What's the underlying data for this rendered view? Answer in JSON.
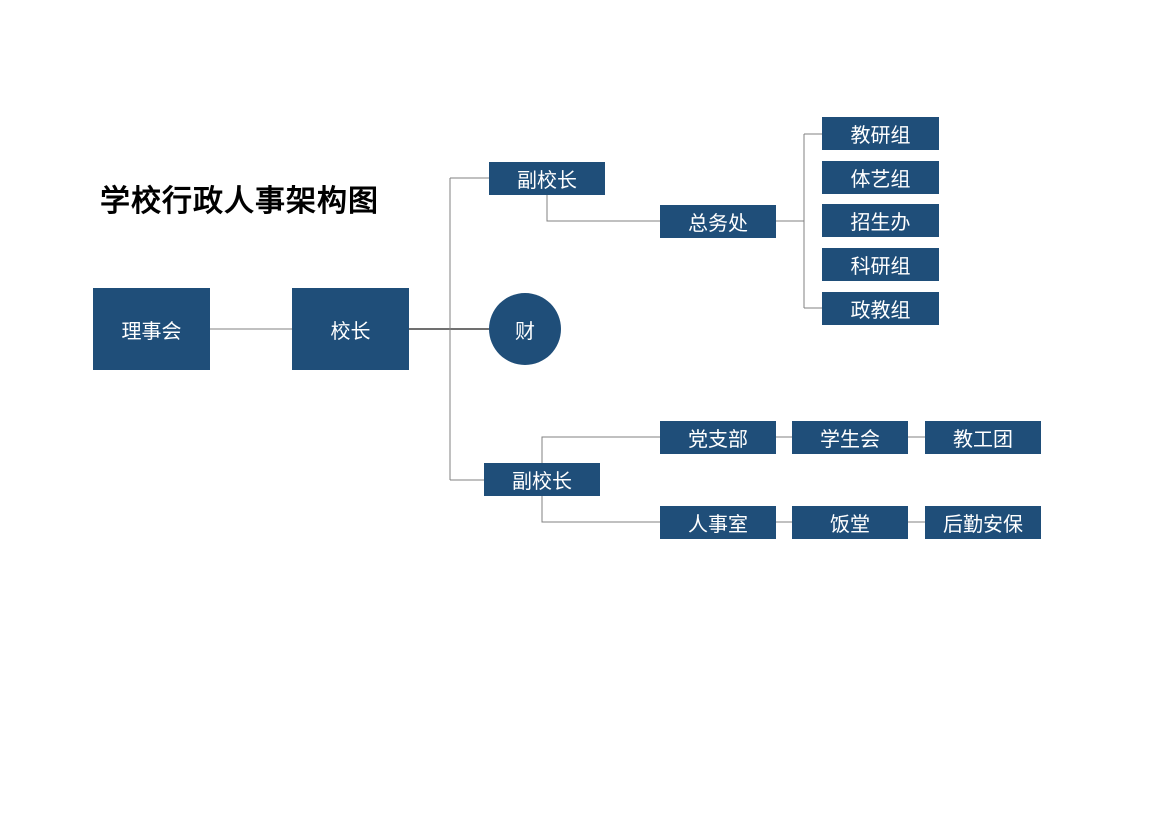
{
  "title": "学校行政人事架构图",
  "colors": {
    "box_fill": "#1f4e79",
    "box_text": "#ffffff",
    "connector": "#808080"
  },
  "nodes": {
    "board": "理事会",
    "principal": "校长",
    "vp_top": "副校长",
    "general_affairs": "总务处",
    "finance": "财",
    "vp_bottom": "副校长",
    "teaching_research": "教研组",
    "sports_arts": "体艺组",
    "admissions": "招生办",
    "science_research": "科研组",
    "political_education": "政教组",
    "party_branch": "党支部",
    "student_union": "学生会",
    "staff_league": "教工团",
    "hr_office": "人事室",
    "canteen": "饭堂",
    "logistics_security": "后勤安保"
  }
}
